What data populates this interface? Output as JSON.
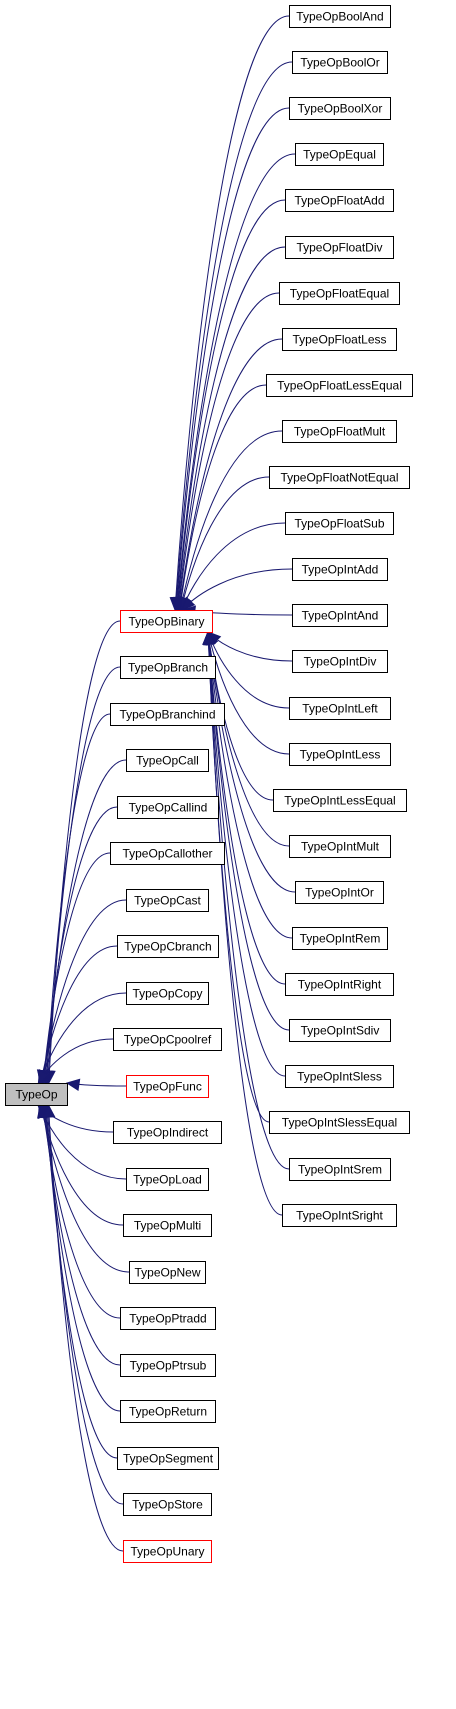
{
  "colors": {
    "edge": "#191970",
    "root_fill": "#bfbfbf",
    "node_border": "#000000",
    "highlight_border": "#ff0000",
    "node_fill": "#ffffff"
  },
  "root": {
    "label": "TypeOp"
  },
  "intermediate": {
    "label": "TypeOpBinary"
  },
  "direct_children": [
    {
      "label": "TypeOpBinary",
      "border": "red"
    },
    {
      "label": "TypeOpBranch",
      "border": "black"
    },
    {
      "label": "TypeOpBranchind",
      "border": "black"
    },
    {
      "label": "TypeOpCall",
      "border": "black"
    },
    {
      "label": "TypeOpCallind",
      "border": "black"
    },
    {
      "label": "TypeOpCallother",
      "border": "black"
    },
    {
      "label": "TypeOpCast",
      "border": "black"
    },
    {
      "label": "TypeOpCbranch",
      "border": "black"
    },
    {
      "label": "TypeOpCopy",
      "border": "black"
    },
    {
      "label": "TypeOpCpoolref",
      "border": "black"
    },
    {
      "label": "TypeOpFunc",
      "border": "red"
    },
    {
      "label": "TypeOpIndirect",
      "border": "black"
    },
    {
      "label": "TypeOpLoad",
      "border": "black"
    },
    {
      "label": "TypeOpMulti",
      "border": "black"
    },
    {
      "label": "TypeOpNew",
      "border": "black"
    },
    {
      "label": "TypeOpPtradd",
      "border": "black"
    },
    {
      "label": "TypeOpPtrsub",
      "border": "black"
    },
    {
      "label": "TypeOpReturn",
      "border": "black"
    },
    {
      "label": "TypeOpSegment",
      "border": "black"
    },
    {
      "label": "TypeOpStore",
      "border": "black"
    },
    {
      "label": "TypeOpUnary",
      "border": "red"
    }
  ],
  "binary_children": [
    {
      "label": "TypeOpBoolAnd"
    },
    {
      "label": "TypeOpBoolOr"
    },
    {
      "label": "TypeOpBoolXor"
    },
    {
      "label": "TypeOpEqual"
    },
    {
      "label": "TypeOpFloatAdd"
    },
    {
      "label": "TypeOpFloatDiv"
    },
    {
      "label": "TypeOpFloatEqual"
    },
    {
      "label": "TypeOpFloatLess"
    },
    {
      "label": "TypeOpFloatLessEqual"
    },
    {
      "label": "TypeOpFloatMult"
    },
    {
      "label": "TypeOpFloatNotEqual"
    },
    {
      "label": "TypeOpFloatSub"
    },
    {
      "label": "TypeOpIntAdd"
    },
    {
      "label": "TypeOpIntAnd"
    },
    {
      "label": "TypeOpIntDiv"
    },
    {
      "label": "TypeOpIntLeft"
    },
    {
      "label": "TypeOpIntLess"
    },
    {
      "label": "TypeOpIntLessEqual"
    },
    {
      "label": "TypeOpIntMult"
    },
    {
      "label": "TypeOpIntOr"
    },
    {
      "label": "TypeOpIntRem"
    },
    {
      "label": "TypeOpIntRight"
    },
    {
      "label": "TypeOpIntSdiv"
    },
    {
      "label": "TypeOpIntSless"
    },
    {
      "label": "TypeOpIntSlessEqual"
    },
    {
      "label": "TypeOpIntSrem"
    },
    {
      "label": "TypeOpIntSright"
    }
  ]
}
